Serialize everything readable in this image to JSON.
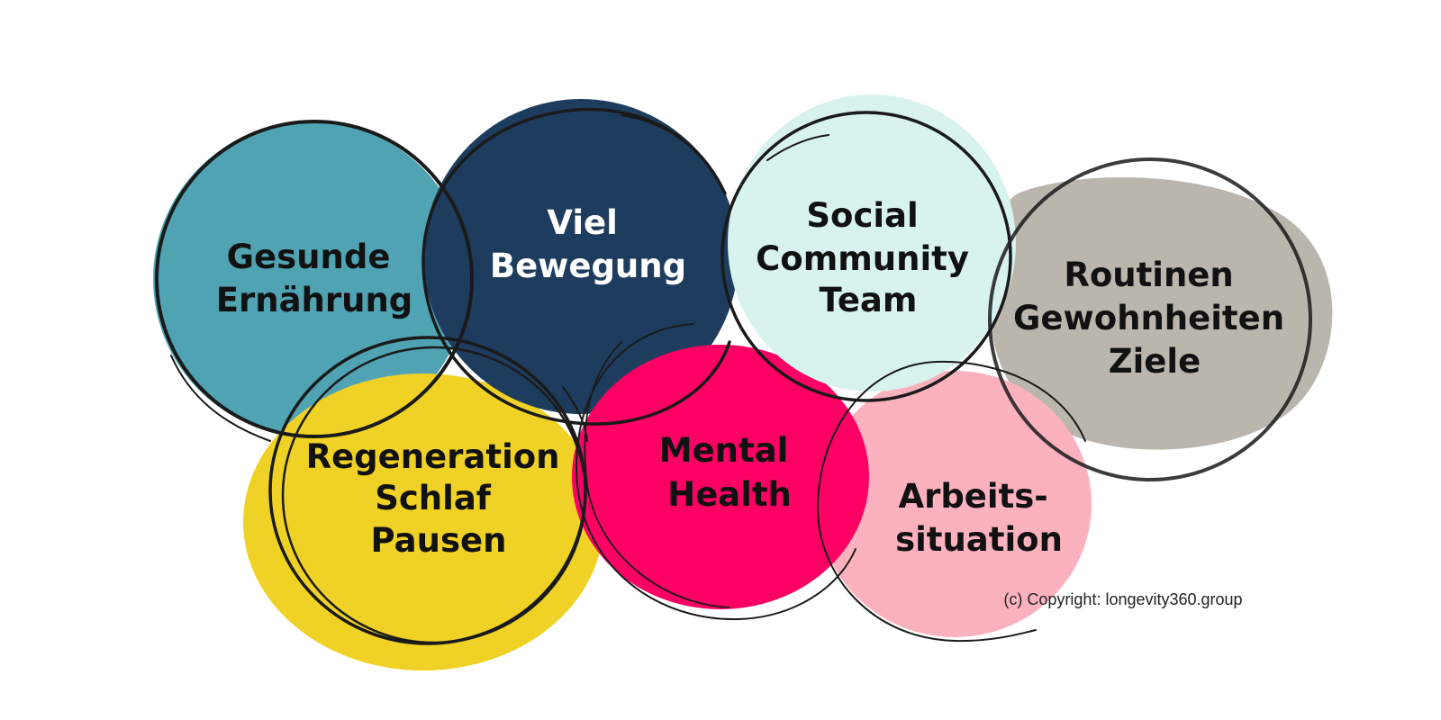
{
  "colors": {
    "gesunde": "#4fa3b3",
    "bewegung": "#1e3d5e",
    "social": "#d8f3ee",
    "routinen": "#bab5ad",
    "regeneration": "#efd225",
    "mental": "#fc0064",
    "arbeit": "#fbb2be",
    "text_dark": "#111111",
    "text_light": "#ffffff",
    "stroke": "#1a1a1a"
  },
  "circles": {
    "gesunde": {
      "line1": "Gesunde",
      "line2": "Ernährung"
    },
    "bewegung": {
      "line1": "Viel",
      "line2": "Bewegung"
    },
    "social": {
      "line1": "Social",
      "line2": "Community",
      "line3": "Team"
    },
    "routinen": {
      "line1": "Routinen",
      "line2": "Gewohnheiten",
      "line3": "Ziele"
    },
    "regeneration": {
      "line1": "Regeneration",
      "line2": "Schlaf",
      "line3": "Pausen"
    },
    "mental": {
      "line1": "Mental",
      "line2": "Health"
    },
    "arbeit": {
      "line1": "Arbeits-",
      "line2": "situation"
    }
  },
  "copyright": "(c) Copyright: longevity360.group"
}
